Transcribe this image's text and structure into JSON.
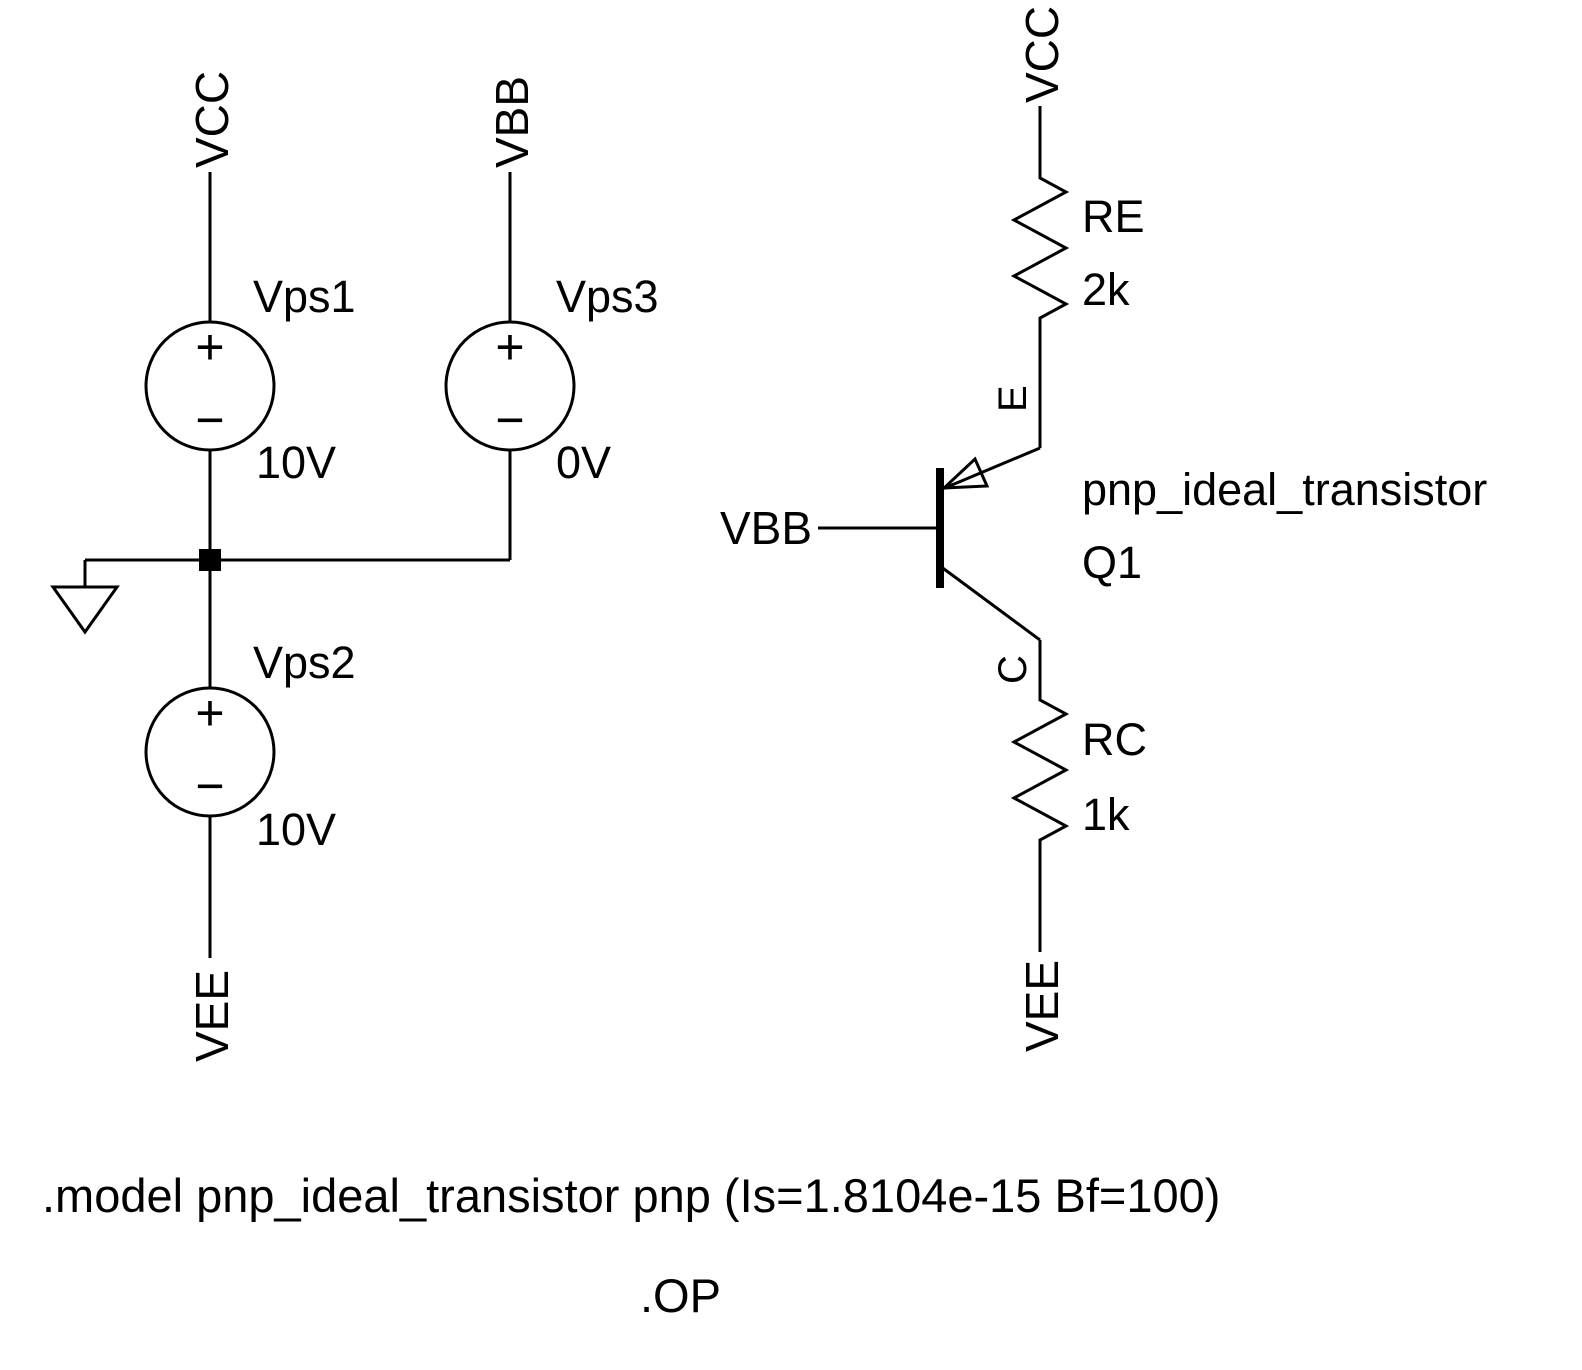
{
  "nets": {
    "vcc_left": "VCC",
    "vee_left": "VEE",
    "vbb_mid": "VBB",
    "vcc_right": "VCC",
    "vee_right": "VEE",
    "vbb_base": "VBB"
  },
  "sources": {
    "vps1": {
      "label": "Vps1",
      "value": "10V",
      "plus": "+",
      "minus": "−"
    },
    "vps2": {
      "label": "Vps2",
      "value": "10V",
      "plus": "+",
      "minus": "−"
    },
    "vps3": {
      "label": "Vps3",
      "value": "0V",
      "plus": "+",
      "minus": "−"
    }
  },
  "resistors": {
    "re": {
      "label": "RE",
      "value": "2k"
    },
    "rc": {
      "label": "RC",
      "value": "1k"
    }
  },
  "transistor": {
    "model": "pnp_ideal_transistor",
    "designator": "Q1",
    "emitter": "E",
    "collector": "C"
  },
  "directives": {
    "model": ".model pnp_ideal_transistor pnp (Is=1.8104e-15 Bf=100)",
    "op": ".OP"
  }
}
